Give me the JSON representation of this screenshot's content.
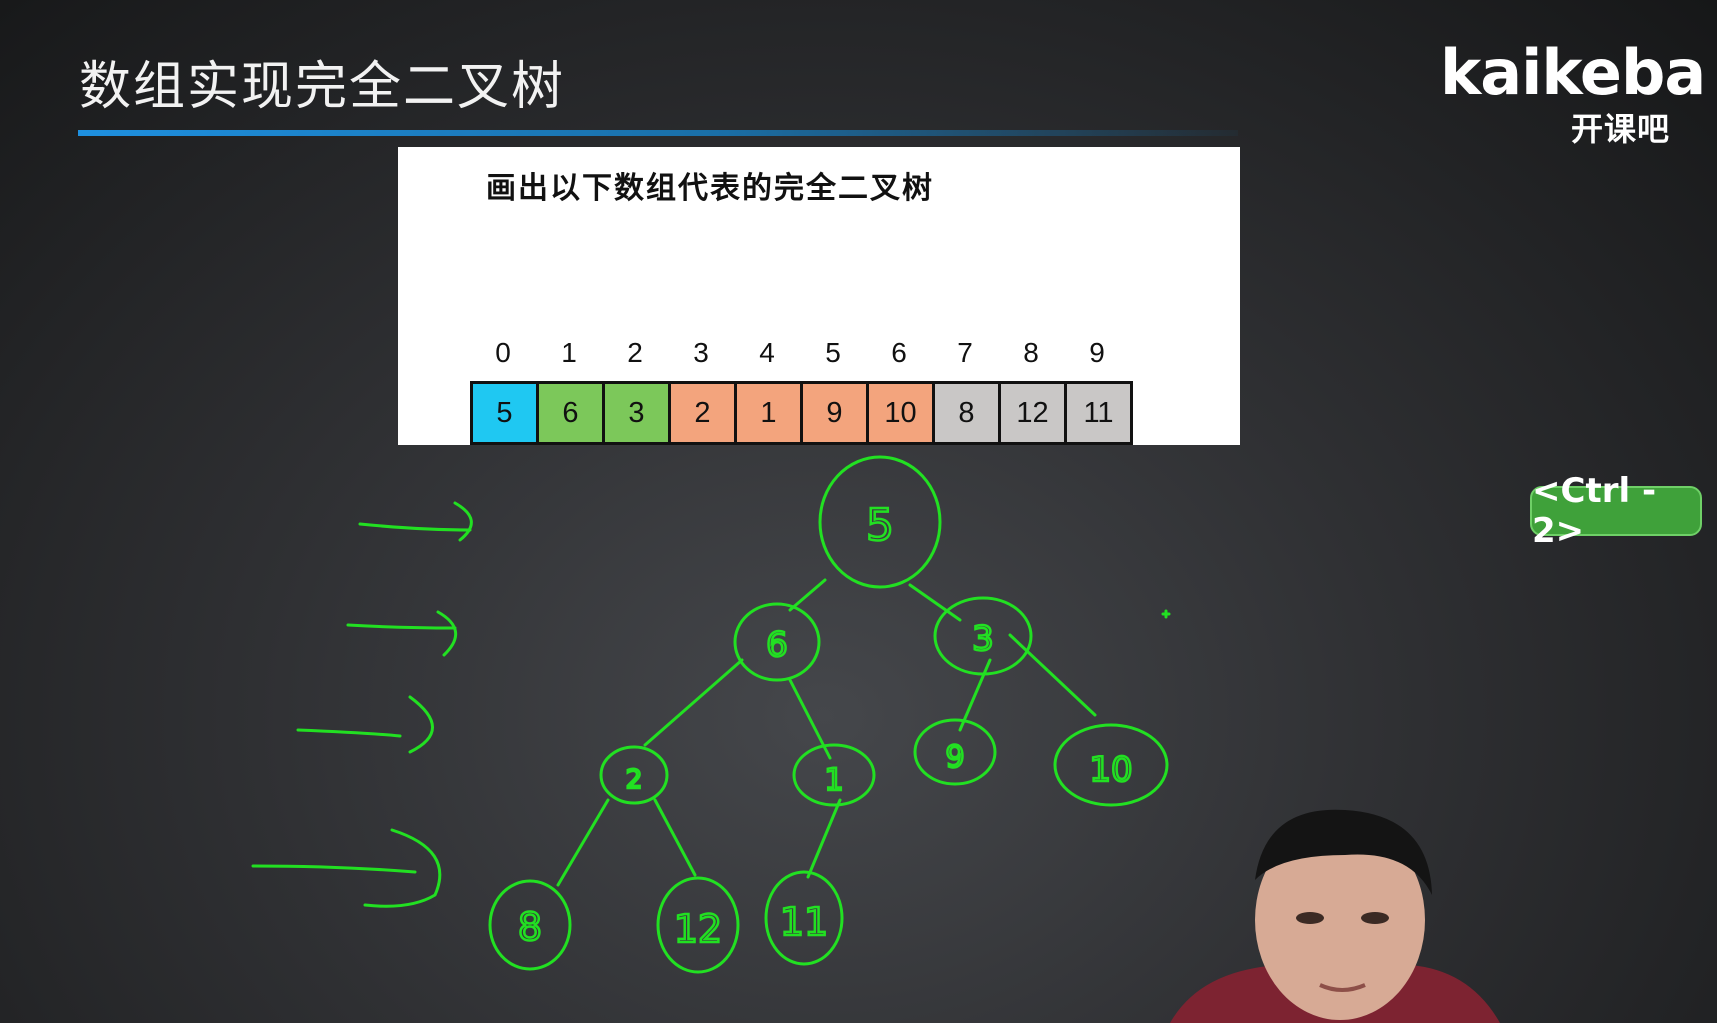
{
  "header": {
    "title": "数组实现完全二叉树"
  },
  "logo": {
    "brand": "kaikeba",
    "brand_cn": "开课吧"
  },
  "slide": {
    "prompt": "画出以下数组代表的完全二叉树",
    "indices": [
      "0",
      "1",
      "2",
      "3",
      "4",
      "5",
      "6",
      "7",
      "8",
      "9"
    ],
    "values": [
      "5",
      "6",
      "3",
      "2",
      "1",
      "9",
      "10",
      "8",
      "12",
      "11"
    ],
    "cell_colors": [
      "#1fc8f2",
      "#7cc85a",
      "#7cc85a",
      "#f3a47d",
      "#f3a47d",
      "#f3a47d",
      "#f3a47d",
      "#c9c7c6",
      "#c9c7c6",
      "#c9c7c6"
    ]
  },
  "annotation": {
    "tree_nodes": [
      "5",
      "6",
      "3",
      "2",
      "1",
      "9",
      "10",
      "8",
      "12",
      "11"
    ],
    "ink_color": "#22e022"
  },
  "shortcut": {
    "label": "<Ctrl - 2>"
  }
}
